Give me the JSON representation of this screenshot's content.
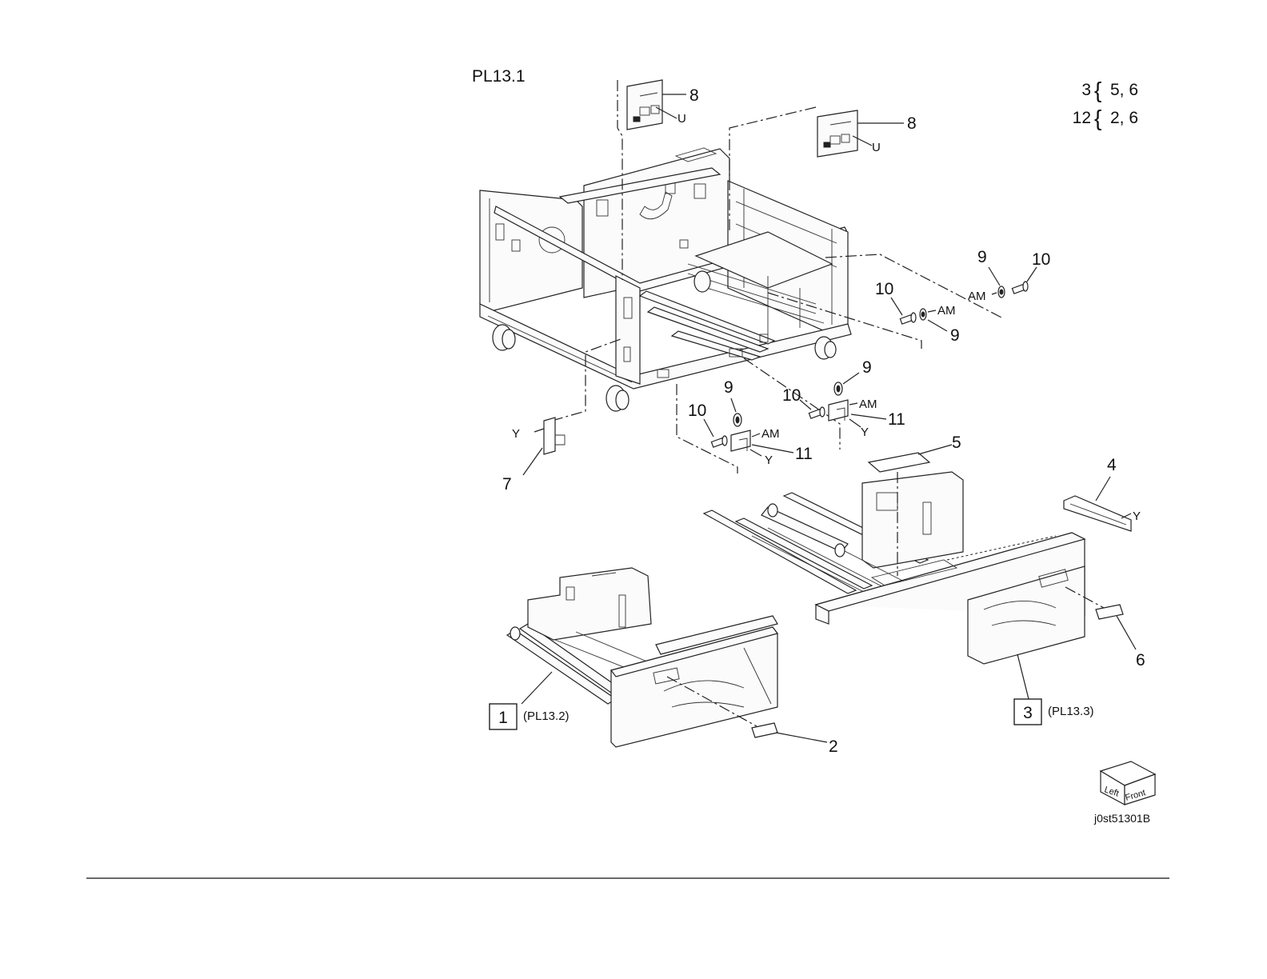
{
  "plate_id": "PL13.1",
  "figure_code": "j0st51301B",
  "kit_notes": [
    {
      "kit": "3",
      "includes": "5, 6"
    },
    {
      "kit": "12",
      "includes": "2, 6"
    }
  ],
  "assemblies": [
    {
      "number": "1",
      "reference": "(PL13.2)"
    },
    {
      "number": "3",
      "reference": "(PL13.3)"
    }
  ],
  "callouts": {
    "c2": "2",
    "c4": "4",
    "c5": "5",
    "c6": "6",
    "c7": "7",
    "c8a": "8",
    "c8b": "8",
    "c9a": "9",
    "c9b": "9",
    "c9c": "9",
    "c9d": "9",
    "c10a": "10",
    "c10b": "10",
    "c10c": "10",
    "c10d": "10",
    "c11a": "11",
    "c11b": "11"
  },
  "screw_tags": {
    "u1": "U",
    "u2": "U",
    "am1": "AM",
    "am2": "AM",
    "am3": "AM",
    "am4": "AM",
    "y1": "Y",
    "y2": "Y",
    "y3": "Y",
    "y4": "Y"
  },
  "orientation_cube": {
    "left": "Left",
    "front": "Front"
  }
}
